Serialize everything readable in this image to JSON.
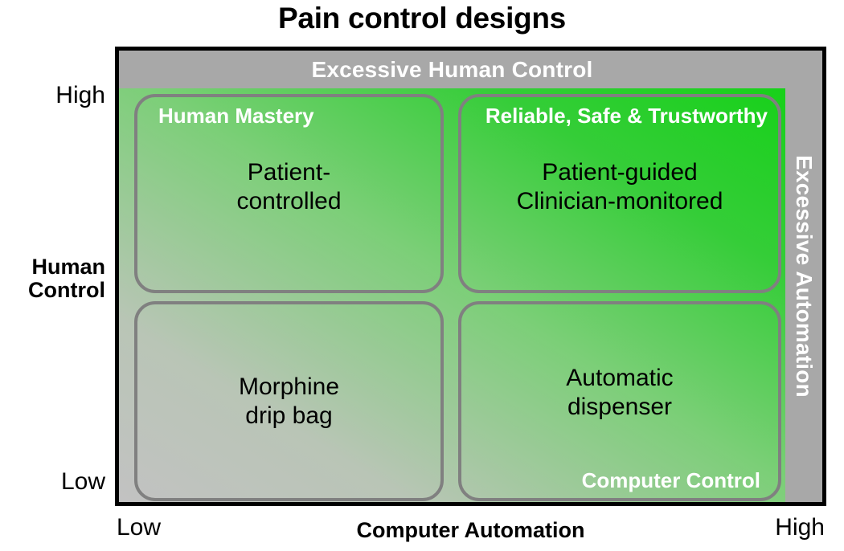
{
  "title": "Pain control designs",
  "axes": {
    "y": {
      "title_line1": "Human",
      "title_line2": "Control",
      "high": "High",
      "low": "Low"
    },
    "x": {
      "title": "Computer Automation",
      "low": "Low",
      "high": "High"
    }
  },
  "bands": {
    "top": "Excessive Human Control",
    "right": "Excessive Automation"
  },
  "quadrants": {
    "top_left": {
      "header": "Human Mastery",
      "line1": "Patient-",
      "line2": "controlled"
    },
    "top_right": {
      "header": "Reliable, Safe & Trustworthy",
      "line1": "Patient-guided",
      "line2": "Clinician-monitored"
    },
    "bottom_left": {
      "line1": "Morphine",
      "line2": "drip bag"
    },
    "bottom_right": {
      "line1": "Automatic",
      "line2": "dispenser",
      "footer": "Computer Control"
    }
  },
  "colors": {
    "band_grey": "#a8a8a8",
    "frame_black": "#000000",
    "card_border_grey": "#808080",
    "green_high": "#17d11a",
    "grey_low": "#c2c2c2",
    "label_white": "#ffffff",
    "text_black": "#000000"
  },
  "chart_data": {
    "type": "table",
    "title": "Pain control designs",
    "xlabel": "Computer Automation",
    "ylabel": "Human Control",
    "x_ticks": [
      "Low",
      "High"
    ],
    "y_ticks": [
      "Low",
      "High"
    ],
    "grid": false,
    "legend": "none",
    "annotations": [
      "Excessive Human Control",
      "Excessive Automation"
    ],
    "cells": [
      {
        "position": "top-left",
        "human_control": "High",
        "computer_automation": "Low",
        "label": "Human Mastery",
        "example": "Patient-controlled"
      },
      {
        "position": "top-right",
        "human_control": "High",
        "computer_automation": "High",
        "label": "Reliable, Safe & Trustworthy",
        "example": "Patient-guided Clinician-monitored"
      },
      {
        "position": "bottom-left",
        "human_control": "Low",
        "computer_automation": "Low",
        "label": "",
        "example": "Morphine drip bag"
      },
      {
        "position": "bottom-right",
        "human_control": "Low",
        "computer_automation": "High",
        "label": "Computer Control",
        "example": "Automatic dispenser"
      }
    ]
  }
}
